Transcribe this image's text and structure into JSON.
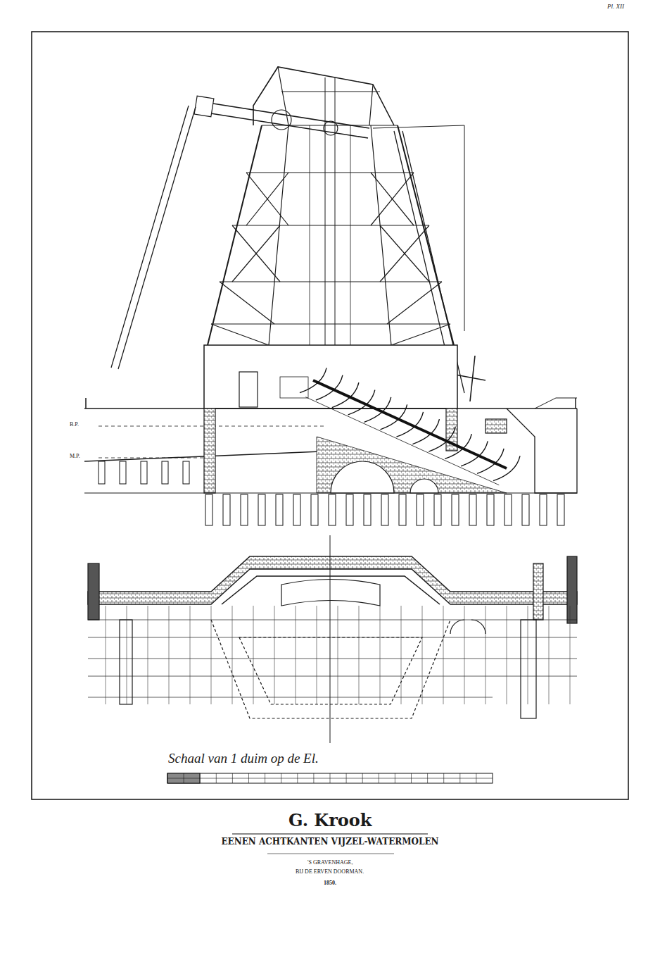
{
  "diagram": {
    "title": "EENEN ACHTKANTEN VIJZEL-WATERMOLEN",
    "labels": [
      "Pl. XII",
      "B.P.",
      "M.P.",
      "Schaal van 1 duim op de El.",
      "G. Krook",
      "'S GRAVENHAGE,",
      "BIJ DE ERVEN DOORMAN.",
      "1850."
    ]
  }
}
